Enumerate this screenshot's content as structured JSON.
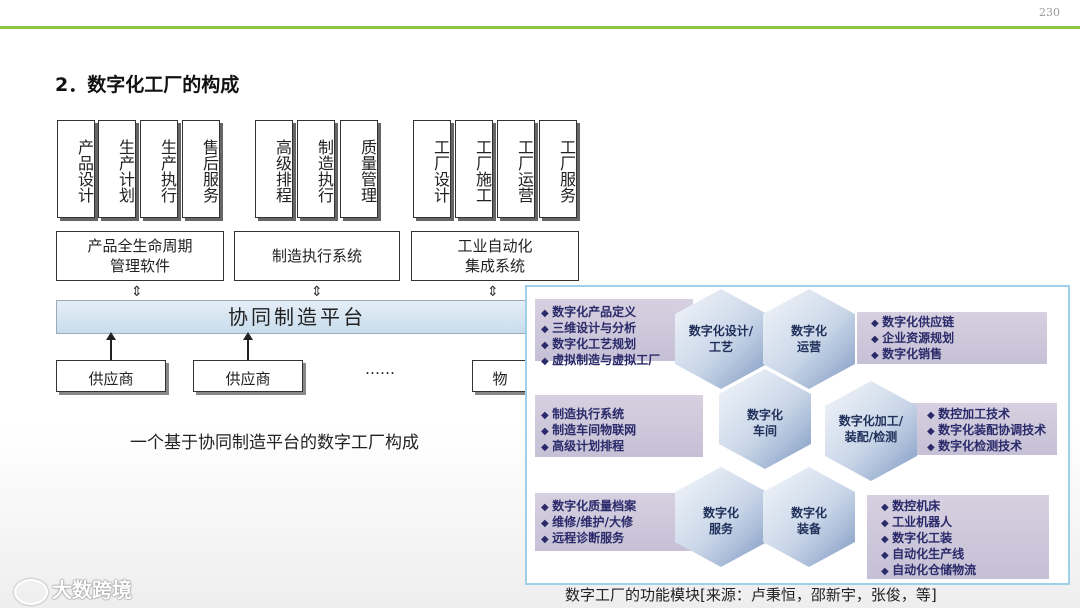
{
  "page_number": "230",
  "heading": "2．数字化工厂的构成",
  "left_diagram": {
    "modules": [
      "产品设计",
      "生产计划",
      "生产执行",
      "售后服务",
      "高级排程",
      "制造执行",
      "质量管理",
      "工厂设计",
      "工厂施工",
      "工厂运营",
      "工厂服务"
    ],
    "systems": [
      "产品全生命周期\n管理软件",
      "制造执行系统",
      "工业自动化\n集成系统"
    ],
    "platform": "协同制造平台",
    "suppliers": [
      "供应商",
      "供应商",
      "物"
    ],
    "ellipsis": "……",
    "caption": "一个基于协同制造平台的数字工厂构成"
  },
  "right_panel": {
    "hexes": [
      "数字化设计/\n工艺",
      "数字化\n运营",
      "数字化\n车间",
      "数字化加工/\n装配/检测",
      "数字化\n服务",
      "数字化\n装备"
    ],
    "lists": {
      "design": [
        "数字化产品定义",
        "三维设计与分析",
        "数字化工艺规划",
        "虚拟制造与虚拟工厂"
      ],
      "operation": [
        "数字化供应链",
        "企业资源规划",
        "数字化销售"
      ],
      "workshop": [
        "制造执行系统",
        "制造车间物联网",
        "高级计划排程"
      ],
      "processing": [
        "数控加工技术",
        "数字化装配协调技术",
        "数字化检测技术"
      ],
      "service": [
        "数字化质量档案",
        "维修/维护/大修",
        "远程诊断服务"
      ],
      "equipment": [
        "数控机床",
        "工业机器人",
        "数字化工装",
        "自动化生产线",
        "自动化仓储物流"
      ]
    },
    "caption": "数字工厂的功能模块[来源：卢秉恒，邵新宇，张俊，等]"
  },
  "logo_text": "大数跨境",
  "colors": {
    "accent_line": "#8dc63f",
    "hex_dark": "#7f99c2",
    "bar": "#c6c0d6"
  }
}
